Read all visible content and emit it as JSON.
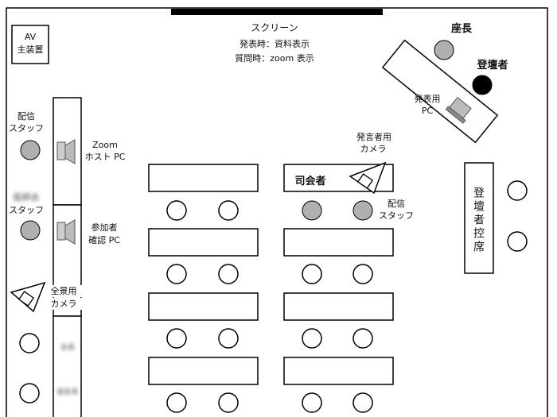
{
  "screen": {
    "title": "スクリーン",
    "line1": "発表時：資料表示",
    "line2": "質問時：zoom 表示"
  },
  "av_box": {
    "line1": "AV",
    "line2": "主装置"
  },
  "chair": "座長",
  "speaker": "登壇者",
  "podium_pc": {
    "line1": "発表用",
    "line2": "PC"
  },
  "streaming_staff_top": {
    "line1": "配信",
    "line2": "スタッフ"
  },
  "zoom_host_pc": {
    "line1": "Zoom",
    "line2": "ホスト PC"
  },
  "staff_blurred": {
    "line1": "医師会",
    "line2": "スタッフ"
  },
  "participant_pc": {
    "line1": "参加者",
    "line2": "確認 PC"
  },
  "wide_camera": {
    "line1": "全景用",
    "line2": "カメラ"
  },
  "side_desk_labels": [
    "会長",
    "副会長"
  ],
  "questioner_camera": {
    "line1": "発言者用",
    "line2": "カメラ"
  },
  "moderator": "司会者",
  "streaming_staff_right": {
    "line1": "配信",
    "line2": "スタッフ"
  },
  "speaker_waiting": "登壇者控席",
  "colors": {
    "occupied": "#b0b0b0",
    "speaker": "#000000",
    "line": "#000000"
  }
}
